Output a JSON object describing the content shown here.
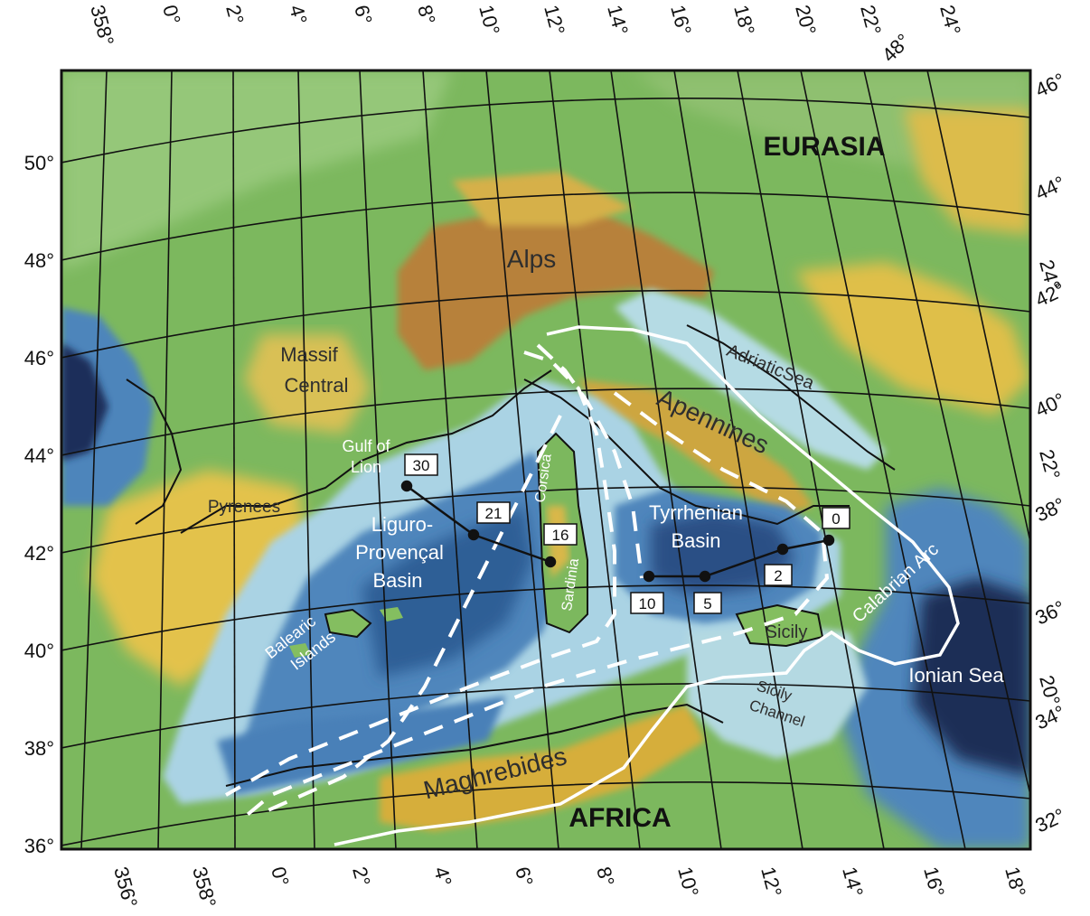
{
  "bottom_lon_ticks": [
    "356°",
    "358°",
    "0°",
    "2°",
    "4°",
    "6°",
    "8°",
    "10°",
    "12°",
    "14°",
    "16°",
    "18°"
  ],
  "top_lon_ticks": [
    "358°",
    "0°",
    "2°",
    "4°",
    "6°",
    "8°",
    "10°",
    "12°",
    "14°",
    "16°",
    "18°",
    "20°",
    "22°",
    "24°"
  ],
  "left_lat_ticks": [
    "50°",
    "48°",
    "46°",
    "44°",
    "42°",
    "40°",
    "38°",
    "36°"
  ],
  "right_lat_ticks": [
    "46°",
    "44°",
    "42°",
    "40°",
    "38°",
    "36°",
    "34°",
    "32°"
  ],
  "right_extra_ticks": [
    "48°",
    "24°",
    "22°",
    "20°"
  ],
  "labels": {
    "eurasia": "EURASIA",
    "africa": "AFRICA",
    "alps": "Alps",
    "massif_central_1": "Massif",
    "massif_central_2": "Central",
    "gulf_of_lion_1": "Gulf of",
    "gulf_of_lion_2": "Lion",
    "pyrenees": "Pyrenees",
    "liguro_1": "Liguro-",
    "liguro_2": "Provençal",
    "liguro_3": "Basin",
    "balearic": "Balearic",
    "islands": "Islands",
    "corsica": "Corsica",
    "sardinia": "Sardinia",
    "tyrrhenian_1": "Tyrrhenian",
    "tyrrhenian_2": "Basin",
    "apennines": "Apennines",
    "adriatic": "AdriaticSea",
    "calabrian": "Calabrian Arc",
    "sicily": "Sicily",
    "ionian": "Ionian Sea",
    "sicily_channel_1": "Sicily",
    "sicily_channel_2": "Channel",
    "maghrebides": "Maghrebides"
  },
  "ages": [
    "30",
    "21",
    "16",
    "10",
    "5",
    "2",
    "0"
  ],
  "colors": {
    "deep_sea": "#2f5f96",
    "mid_sea": "#4f86bc",
    "shelf": "#b9dbe6",
    "lowland": "#6fb35a",
    "upland": "#e5c84b",
    "mountain": "#b27a2d",
    "trench_line": "#ffffff"
  }
}
